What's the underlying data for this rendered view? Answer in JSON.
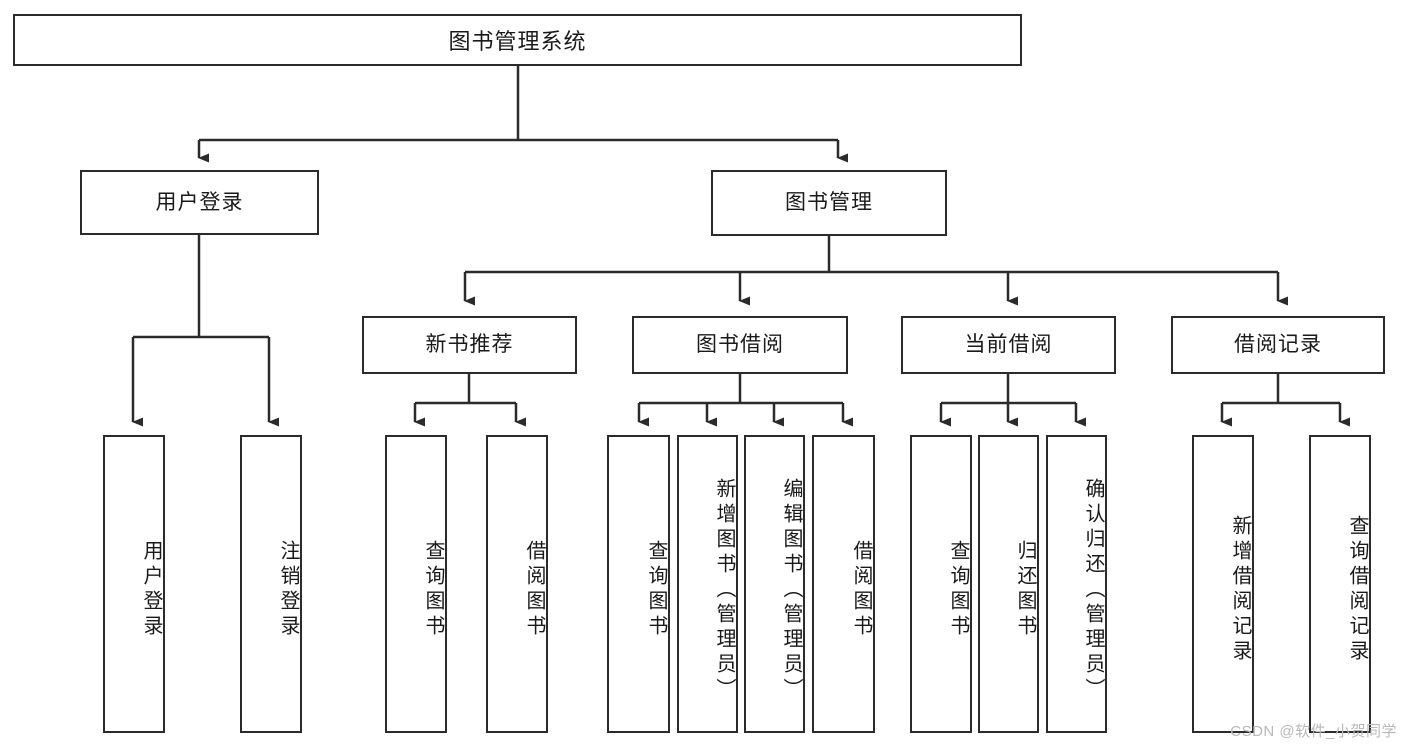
{
  "diagram": {
    "title": "图书管理系统",
    "type": "tree",
    "root": {
      "label": "图书管理系统"
    },
    "level1": [
      {
        "id": "user-login",
        "label": "用户登录"
      },
      {
        "id": "book-manage",
        "label": "图书管理"
      }
    ],
    "level2": [
      {
        "id": "new-book-recommend",
        "label": "新书推荐",
        "parent": "book-manage"
      },
      {
        "id": "book-borrow",
        "label": "图书借阅",
        "parent": "book-manage"
      },
      {
        "id": "current-borrow",
        "label": "当前借阅",
        "parent": "book-manage"
      },
      {
        "id": "borrow-record",
        "label": "借阅记录",
        "parent": "book-manage"
      }
    ],
    "leaves": {
      "user-login": [
        {
          "id": "leaf-user-login",
          "label": "用户登录"
        },
        {
          "id": "leaf-user-logout",
          "label": "注销登录"
        }
      ],
      "new-book-recommend": [
        {
          "id": "leaf-query-book-1",
          "label": "查询图书"
        },
        {
          "id": "leaf-borrow-book-1",
          "label": "借阅图书"
        }
      ],
      "book-borrow": [
        {
          "id": "leaf-query-book-2",
          "label": "查询图书"
        },
        {
          "id": "leaf-add-book",
          "label": "新增图书（管理员）"
        },
        {
          "id": "leaf-edit-book",
          "label": "编辑图书（管理员）"
        },
        {
          "id": "leaf-borrow-book-2",
          "label": "借阅图书"
        }
      ],
      "current-borrow": [
        {
          "id": "leaf-query-book-3",
          "label": "查询图书"
        },
        {
          "id": "leaf-return-book",
          "label": "归还图书"
        },
        {
          "id": "leaf-confirm-return",
          "label": "确认归还（管理员）"
        }
      ],
      "borrow-record": [
        {
          "id": "leaf-add-record",
          "label": "新增借阅记录"
        },
        {
          "id": "leaf-query-record",
          "label": "查询借阅记录"
        }
      ]
    }
  },
  "watermark": {
    "text": "CSDN @软件_小贺同学"
  },
  "colors": {
    "stroke": "#2b2b2b",
    "background": "#ffffff",
    "text": "#1a1a1a",
    "watermark": "#b8b8b8"
  }
}
